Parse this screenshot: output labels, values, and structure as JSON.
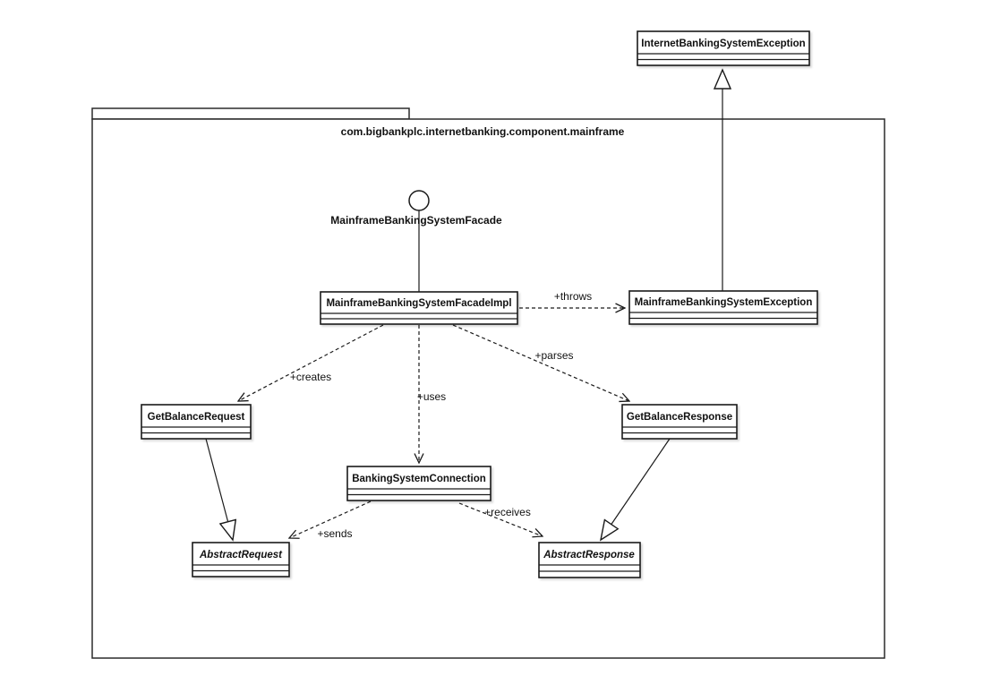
{
  "diagram": {
    "package": {
      "title": "com.bigbankplc.internetbanking.component.mainframe"
    },
    "interface": {
      "label": "MainframeBankingSystemFacade"
    },
    "classes": {
      "internetBankingSystemException": {
        "name": "InternetBankingSystemException"
      },
      "mainframeBankingSystemFacadeImpl": {
        "name": "MainframeBankingSystemFacadeImpl"
      },
      "mainframeBankingSystemException": {
        "name": "MainframeBankingSystemException"
      },
      "getBalanceRequest": {
        "name": "GetBalanceRequest"
      },
      "getBalanceResponse": {
        "name": "GetBalanceResponse"
      },
      "bankingSystemConnection": {
        "name": "BankingSystemConnection"
      },
      "abstractRequest": {
        "name": "AbstractRequest"
      },
      "abstractResponse": {
        "name": "AbstractResponse"
      }
    },
    "edge_labels": {
      "throws": "+throws",
      "creates": "+creates",
      "uses": "+uses",
      "parses": "+parses",
      "sends": "+sends",
      "receives": "+receives"
    },
    "colors": {
      "stroke": "#1a1a1a",
      "node_fill": "#ffffff",
      "background": "#ffffff",
      "text": "#111111"
    }
  }
}
